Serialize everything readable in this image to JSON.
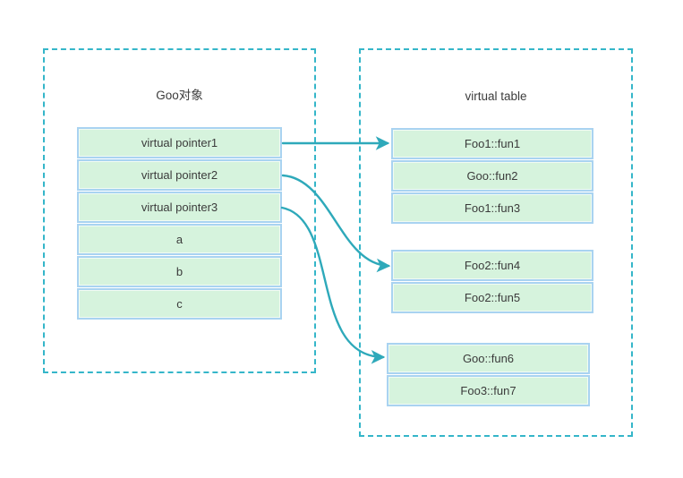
{
  "diagram": {
    "left_box": {
      "title": "Goo对象",
      "cells": [
        "virtual pointer1",
        "virtual pointer2",
        "virtual pointer3",
        "a",
        "b",
        "c"
      ]
    },
    "right_box": {
      "title": "virtual table",
      "tables": [
        {
          "cells": [
            "Foo1::fun1",
            "Goo::fun2",
            "Foo1::fun3"
          ]
        },
        {
          "cells": [
            "Foo2::fun4",
            "Foo2::fun5"
          ]
        },
        {
          "cells": [
            "Goo::fun6",
            "Foo3::fun7"
          ]
        }
      ]
    },
    "arrows": [
      {
        "from": "virtual pointer1",
        "to": "Foo1::fun1"
      },
      {
        "from": "virtual pointer2",
        "to": "Foo2::fun4"
      },
      {
        "from": "virtual pointer3",
        "to": "Goo::fun6"
      }
    ],
    "colors": {
      "dashed_border": "#35b6c9",
      "cell_fill": "#d6f3dd",
      "cell_border": "#a9d3f1",
      "arrow": "#2ea9ba",
      "text": "#3b3b3b"
    }
  }
}
